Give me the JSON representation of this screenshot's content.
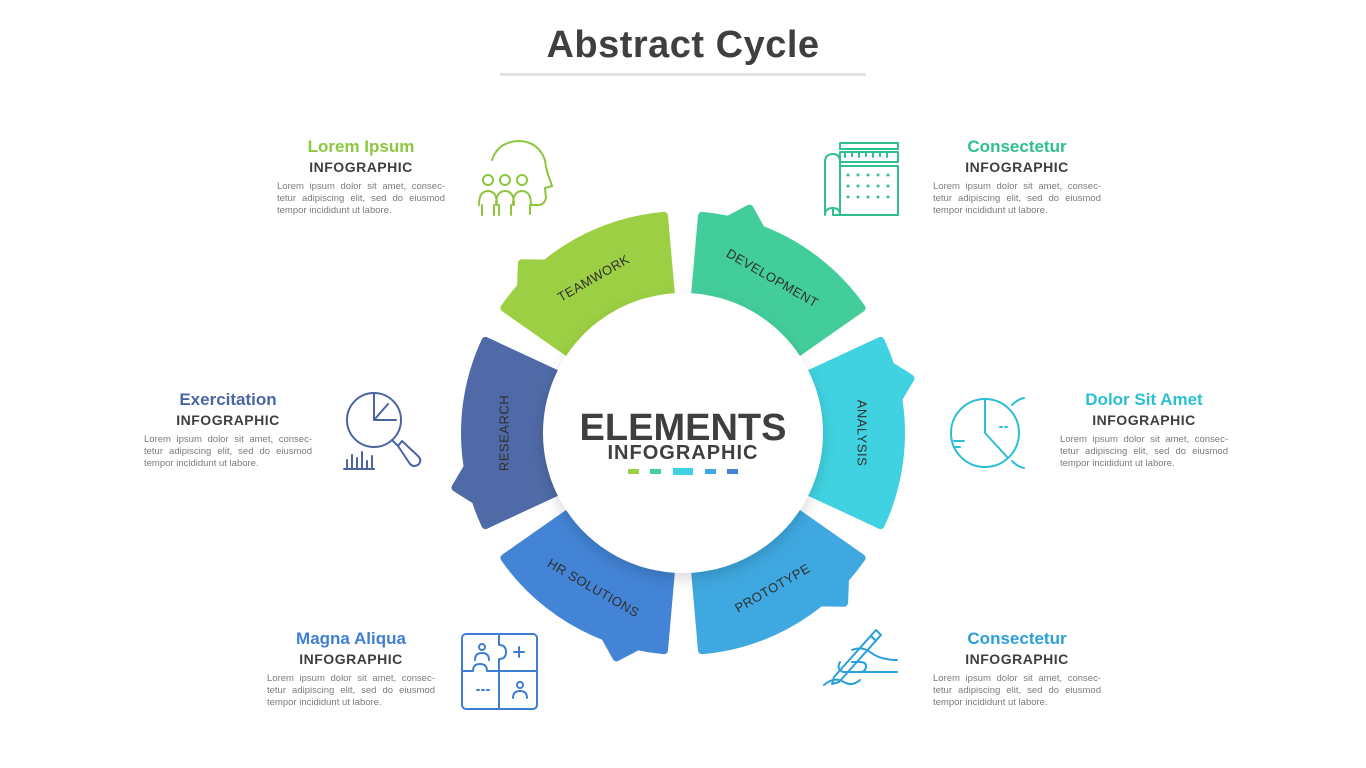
{
  "title": "Abstract Cycle",
  "center": {
    "line1": "ELEMENTS",
    "line2": "INFOGRAPHIC"
  },
  "colors": {
    "teamwork": "#9ccf43",
    "development": "#43cd9b",
    "analysis": "#40d2e0",
    "prototype": "#3fa8e0",
    "hr_solutions": "#4384d6",
    "research": "#4f6aa6",
    "text_dark": "#3f3f3f",
    "text_body": "#7b7b7b"
  },
  "segments": [
    {
      "label": "TEAMWORK",
      "color": "#9ccf43"
    },
    {
      "label": "DEVELOPMENT",
      "color": "#43cd9b"
    },
    {
      "label": "ANALYSIS",
      "color": "#40d2e0"
    },
    {
      "label": "PROTOTYPE",
      "color": "#3fa8e0"
    },
    {
      "label": "HR SOLUTIONS",
      "color": "#4384d6"
    },
    {
      "label": "RESEARCH",
      "color": "#4f6aa6"
    }
  ],
  "items": [
    {
      "heading": "Lorem Ipsum",
      "sub": "INFOGRAPHIC",
      "body": "Lorem ipsum dolor sit amet, consec-tetur adipiscing elit, sed do eiusmod tempor incididunt ut labore.",
      "color": "#8dc63f",
      "icon": "team-head-icon"
    },
    {
      "heading": "Consectetur",
      "sub": "INFOGRAPHIC",
      "body": "Lorem ipsum dolor sit amet, consec-tetur adipiscing elit, sed do eiusmod tempor incididunt ut labore.",
      "color": "#2fc08e",
      "icon": "blueprint-ruler-icon"
    },
    {
      "heading": "Dolor Sit Amet",
      "sub": "INFOGRAPHIC",
      "body": "Lorem ipsum dolor sit amet, consec-tetur adipiscing elit, sed do eiusmod tempor incididunt ut labore.",
      "color": "#2bbfd4",
      "icon": "pie-chart-icon"
    },
    {
      "heading": "Consectetur",
      "sub": "INFOGRAPHIC",
      "body": "Lorem ipsum dolor sit amet, consec-tetur adipiscing elit, sed do eiusmod tempor incididunt ut labore.",
      "color": "#2b9fd9",
      "icon": "hand-pen-icon"
    },
    {
      "heading": "Magna Aliqua",
      "sub": "INFOGRAPHIC",
      "body": "Lorem ipsum dolor sit amet, consec-tetur adipiscing elit, sed do eiusmod tempor incididunt ut labore.",
      "color": "#3f7fd3",
      "icon": "puzzle-icon"
    },
    {
      "heading": "Exercitation",
      "sub": "INFOGRAPHIC",
      "body": "Lorem ipsum dolor sit amet, consec-tetur adipiscing elit, sed do eiusmod tempor incididunt ut labore.",
      "color": "#4b65a3",
      "icon": "magnifier-chart-icon"
    }
  ]
}
